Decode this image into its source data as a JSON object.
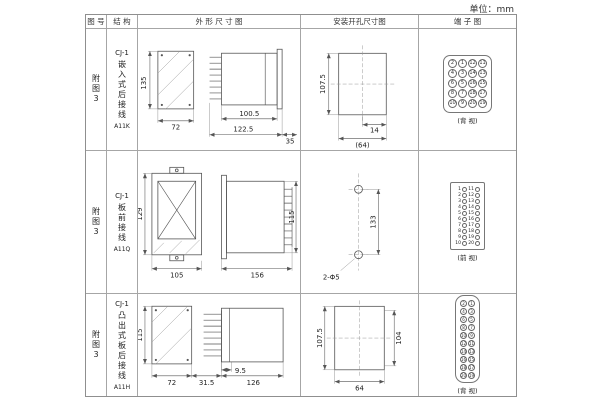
{
  "page": {
    "unit": "单位：mm"
  },
  "header": {
    "fig": "图 号",
    "struct": "结 构",
    "outline": "外 形 尺 寸 图",
    "install": "安装开孔尺寸图",
    "terminal": "端 子 图"
  },
  "rows": [
    {
      "fig": "附图3",
      "model": "CJ-1",
      "desc": "嵌入式后接线",
      "code": "A11K",
      "outline": {
        "d_h": "135",
        "d_w": "72",
        "d1": "100.5",
        "d2": "122.5",
        "d3": "35"
      },
      "install": {
        "d_v": "107.5",
        "d_b1": "14",
        "d_b2": "(64)"
      },
      "terminal": {
        "caption": "(背 视)",
        "grid": [
          [
            "2",
            "1",
            "12",
            "11"
          ],
          [
            "4",
            "3",
            "14",
            "13"
          ],
          [
            "6",
            "5",
            "16",
            "15"
          ],
          [
            "8",
            "7",
            "18",
            "17"
          ],
          [
            "10",
            "9",
            "20",
            "19"
          ]
        ]
      }
    },
    {
      "fig": "附图3",
      "model": "CJ-1",
      "desc": "板前接线",
      "code": "A11Q",
      "outline": {
        "d_h": "129",
        "d_w": "105",
        "d1": "156",
        "d2": "115"
      },
      "install": {
        "d_v": "133",
        "holes": "2-Φ5"
      },
      "terminal": {
        "caption": "(前 视)",
        "left": [
          "1",
          "2",
          "3",
          "4",
          "5",
          "6",
          "7",
          "8",
          "9",
          "10"
        ],
        "right": [
          "11",
          "12",
          "13",
          "14",
          "15",
          "16",
          "17",
          "18",
          "19",
          "20"
        ]
      }
    },
    {
      "fig": "附图3",
      "model": "CJ-1",
      "desc": "凸出式板后接线",
      "code": "A11H",
      "outline": {
        "d_h": "115",
        "d_w": "72",
        "d1": "31.5",
        "d2": "9.5",
        "d3": "126"
      },
      "install": {
        "d_v1": "107.5",
        "d_v2": "104",
        "d_b": "64"
      },
      "terminal": {
        "caption": "(背 视)",
        "grid": [
          [
            "2",
            "1"
          ],
          [
            "4",
            "3"
          ],
          [
            "6",
            "5"
          ],
          [
            "8",
            "7"
          ],
          [
            "10",
            "9"
          ],
          [
            "12",
            "11"
          ],
          [
            "14",
            "13"
          ],
          [
            "16",
            "15"
          ],
          [
            "18",
            "17"
          ],
          [
            "20",
            "19"
          ]
        ]
      }
    }
  ]
}
